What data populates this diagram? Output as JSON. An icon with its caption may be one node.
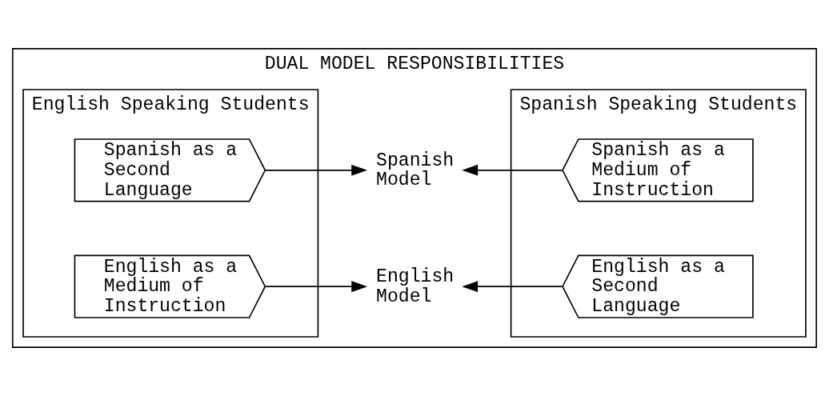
{
  "diagram": {
    "nodes": [
      {
        "text": [
          "DUAL MODEL RESPONSIBILITIES"
        ]
      },
      {
        "text": [
          "English Speaking Students"
        ],
        "in": 0
      },
      {
        "text": [
          "English as a Medium of Instruction"
        ],
        "in": 1
      },
      {
        "text": [
          "Spanish as a Second Language"
        ],
        "in": 1
      },
      {
        "text": [
          "English Model"
        ],
        "in": 0
      },
      {
        "text": [
          "Spanish Model"
        ],
        "in": 0
      },
      {
        "text": [
          "Spanish Speaking Students"
        ],
        "in": 0
      },
      {
        "text": [
          "English as a Second Language"
        ],
        "in": 6
      },
      {
        "text": [
          "Spanish as a Medium of Instruction"
        ],
        "in": 6
      }
    ],
    "edges": [
      {
        "from": 2,
        "to": 4,
        "arrow": "to"
      },
      {
        "from": 7,
        "to": 4,
        "arrow": "to"
      },
      {
        "from": 3,
        "to": 5,
        "arrow": "to"
      },
      {
        "from": 8,
        "to": 5,
        "arrow": "to"
      }
    ]
  }
}
